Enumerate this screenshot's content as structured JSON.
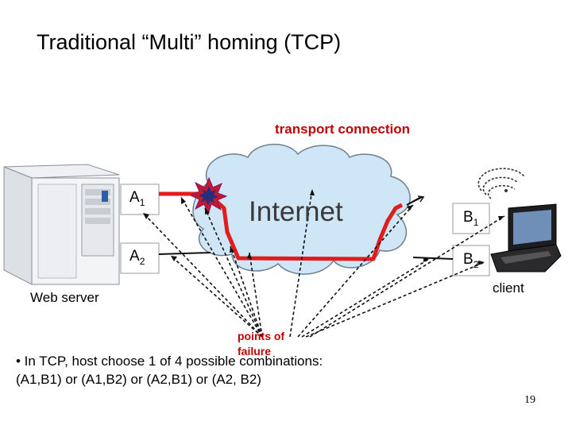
{
  "slide": {
    "title": "Traditional “Multi” homing (TCP)",
    "transport_label": "transport connection",
    "internet_label": "Internet",
    "ports": {
      "a1": {
        "letter": "A",
        "index": "1"
      },
      "a2": {
        "letter": "A",
        "index": "2"
      },
      "b1": {
        "letter": "B",
        "index": "1"
      },
      "b2": {
        "letter": "B",
        "index": "2"
      }
    },
    "web_server_label": "Web server",
    "client_label": "client",
    "points_of_failure_label": "points of failure",
    "bullet_line1": "• In TCP, host choose 1 of 4 possible combinations:",
    "bullet_line2": "(A1,B1) or (A1,B2) or (A2,B1) or (A2, B2)",
    "page_number": "19"
  },
  "colors": {
    "connection": "#e21b1b",
    "cloud_fill": "#cfe6f7",
    "label_red": "#c00000"
  },
  "icons": [
    "server-icon",
    "laptop-icon",
    "wireless-signal-icon",
    "explosion-icon",
    "cloud-icon"
  ]
}
